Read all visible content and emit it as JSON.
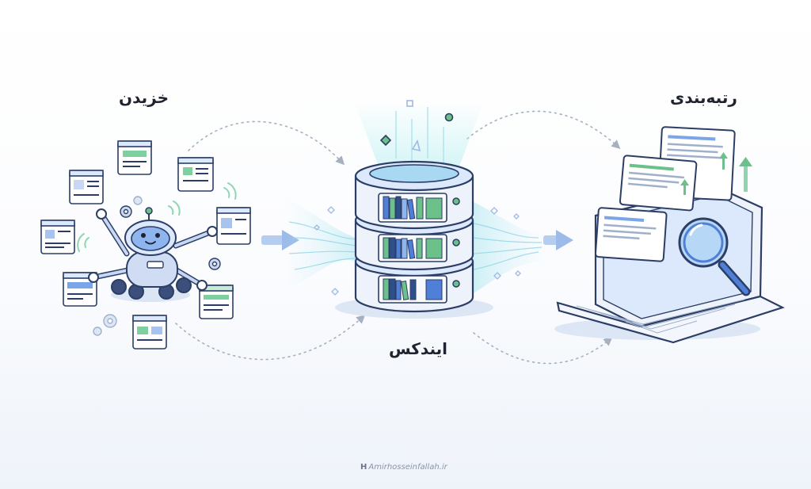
{
  "stages": {
    "crawl": "خزیدن",
    "index": "ایندکس",
    "rank": "رتبه‌بندی"
  },
  "watermark": {
    "mark": "H",
    "text": "Amirhosseinfallah.ir"
  },
  "colors": {
    "outline": "#2c3e66",
    "blue": "#4f7fd6",
    "light_blue": "#dce8fb",
    "green": "#6cc08a",
    "teal_glow": "#9fe4ea",
    "arrow": "#9dbbe9",
    "dotted": "#a7b0c0"
  },
  "icons": {
    "crawler": "robot-spider-icon",
    "index": "database-bookshelf-icon",
    "ranking": "laptop-magnifier-icon"
  }
}
